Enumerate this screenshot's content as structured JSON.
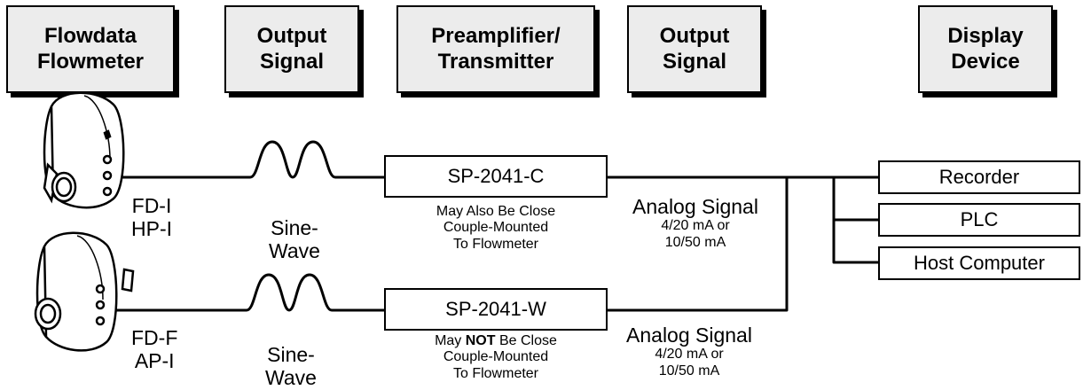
{
  "headers": [
    {
      "line1": "Flowdata",
      "line2": "Flowmeter"
    },
    {
      "line1": "Output",
      "line2": "Signal"
    },
    {
      "line1": "Preamplifier/",
      "line2": "Transmitter"
    },
    {
      "line1": "Output",
      "line2": "Signal"
    },
    {
      "line1": "Display",
      "line2": "Device"
    }
  ],
  "top_row": {
    "meter_label_1": "FD-I",
    "meter_label_2": "HP-I",
    "wave_label_1": "Sine-",
    "wave_label_2": "Wave",
    "transmitter": "SP-2041-C",
    "note_1": "May Also Be Close",
    "note_2": "Couple-Mounted",
    "note_3": "To Flowmeter",
    "analog_title": "Analog Signal",
    "analog_1": "4/20 mA or",
    "analog_2": "10/50 mA"
  },
  "bottom_row": {
    "meter_label_1": "FD-F",
    "meter_label_2": "AP-I",
    "wave_label_1": "Sine-",
    "wave_label_2": "Wave",
    "transmitter": "SP-2041-W",
    "note_1_pre": "May ",
    "note_1_bold": "NOT",
    "note_1_post": " Be Close",
    "note_2": "Couple-Mounted",
    "note_3": "To Flowmeter",
    "analog_title": "Analog Signal",
    "analog_1": "4/20 mA or",
    "analog_2": "10/50 mA"
  },
  "display_devices": [
    "Recorder",
    "PLC",
    "Host Computer"
  ]
}
